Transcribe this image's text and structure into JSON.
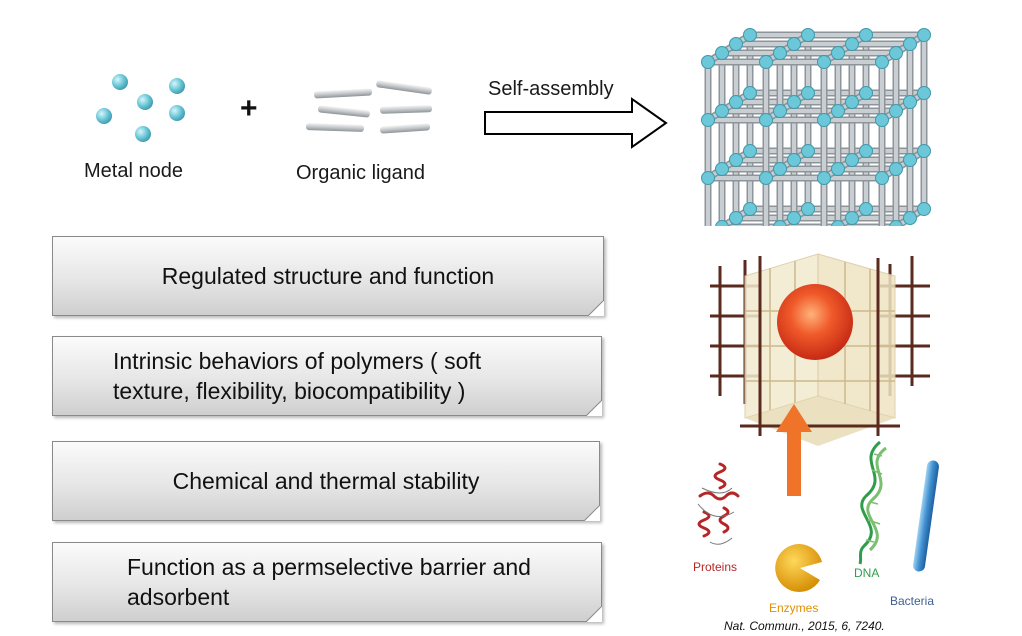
{
  "labels": {
    "metal_node": "Metal node",
    "organic_ligand": "Organic ligand",
    "plus": "+",
    "self_assembly": "Self-assembly"
  },
  "properties": [
    "Regulated structure and function",
    "Intrinsic behaviors of polymers ( soft texture, flexibility, biocompatibility )",
    "Chemical and thermal stability",
    "Function as a permselective barrier and adsorbent"
  ],
  "guests": {
    "proteins": "Proteins",
    "enzymes": "Enzymes",
    "dna": "DNA",
    "bacteria": "Bacteria"
  },
  "reference": "Nat. Commun., 2015, 6, 7240.",
  "colors": {
    "node": "#6cc8d8",
    "strut": "#c9ced2",
    "guest_arrow": "#f0732a",
    "protein": "#b52727",
    "enzyme": "#f0a500",
    "dna": "#2f9e4a",
    "bacteria": "#3f8fd0",
    "frame": "#5a2a1e"
  }
}
